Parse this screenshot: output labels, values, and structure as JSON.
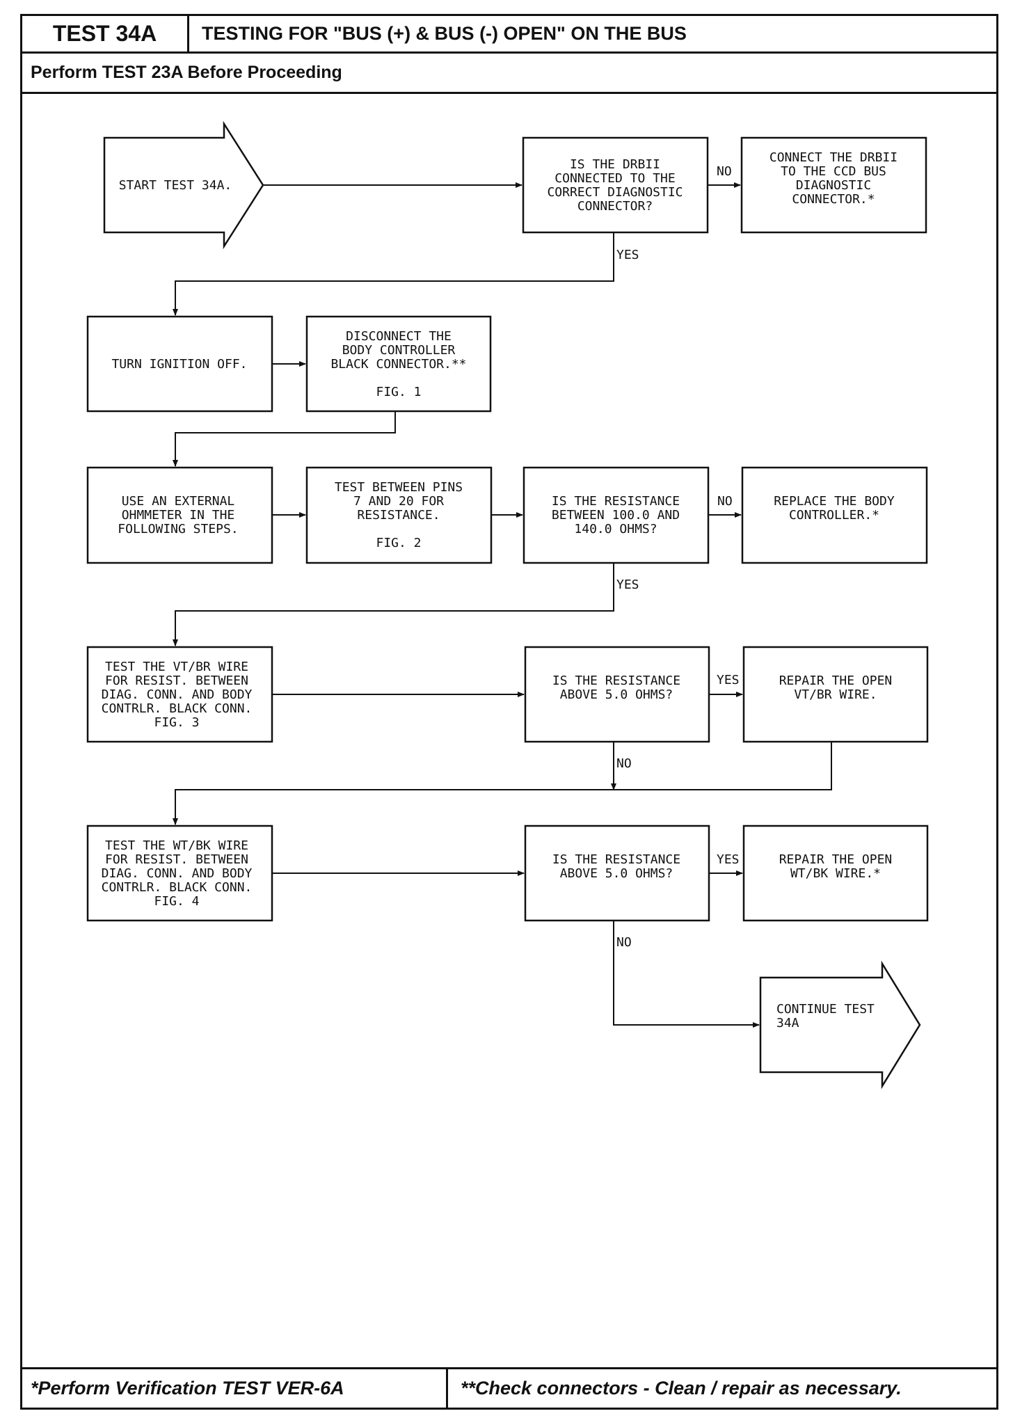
{
  "header": {
    "test_id": "TEST 34A",
    "title": "TESTING FOR \"BUS (+) & BUS (-) OPEN\" ON THE BUS",
    "prerequisite": "Perform TEST 23A Before Proceeding"
  },
  "footer": {
    "verification": "*Perform Verification TEST VER-6A",
    "note": "**Check connectors - Clean / repair as necessary."
  },
  "flow": {
    "start": [
      "START TEST 34A."
    ],
    "q_drb": [
      "IS THE DRBII",
      "CONNECTED TO THE",
      "CORRECT DIAGNOSTIC",
      "CONNECTOR?"
    ],
    "connect_drb": [
      "CONNECT THE DRBII",
      "TO THE CCD BUS",
      "DIAGNOSTIC",
      "CONNECTOR.*"
    ],
    "ign_off": [
      "TURN IGNITION OFF."
    ],
    "disconnect": [
      "DISCONNECT THE",
      "BODY CONTROLLER",
      "BLACK CONNECTOR.**",
      "",
      "FIG. 1"
    ],
    "ohmmeter": [
      "USE AN EXTERNAL",
      "OHMMETER IN THE",
      "FOLLOWING STEPS."
    ],
    "test_pins": [
      "TEST BETWEEN PINS",
      "7 AND 20 FOR",
      "RESISTANCE.",
      "",
      "FIG. 2"
    ],
    "q_res": [
      "IS THE RESISTANCE",
      "BETWEEN 100.0 AND",
      "140.0 OHMS?"
    ],
    "replace_body": [
      "REPLACE THE BODY",
      "CONTROLLER.*"
    ],
    "test_vtbr": [
      "TEST THE VT/BR WIRE",
      "FOR RESIST. BETWEEN",
      "DIAG. CONN. AND BODY",
      "CONTRLR. BLACK CONN.",
      "FIG. 3"
    ],
    "q_vtbr": [
      "IS THE RESISTANCE",
      "ABOVE 5.0 OHMS?"
    ],
    "repair_vtbr": [
      "REPAIR THE OPEN",
      "VT/BR WIRE."
    ],
    "test_wtbk": [
      "TEST THE WT/BK WIRE",
      "FOR RESIST. BETWEEN",
      "DIAG. CONN. AND BODY",
      "CONTRLR. BLACK CONN.",
      "FIG. 4"
    ],
    "q_wtbk": [
      "IS THE RESISTANCE",
      "ABOVE 5.0 OHMS?"
    ],
    "repair_wtbk": [
      "REPAIR THE OPEN",
      "WT/BK WIRE.*"
    ],
    "continue": [
      "CONTINUE TEST",
      "34A"
    ],
    "labels": {
      "no1": "NO",
      "yes1": "YES",
      "no2": "NO",
      "yes2": "YES",
      "yes3": "YES",
      "no3": "NO",
      "yes4": "YES",
      "no4": "NO"
    }
  }
}
